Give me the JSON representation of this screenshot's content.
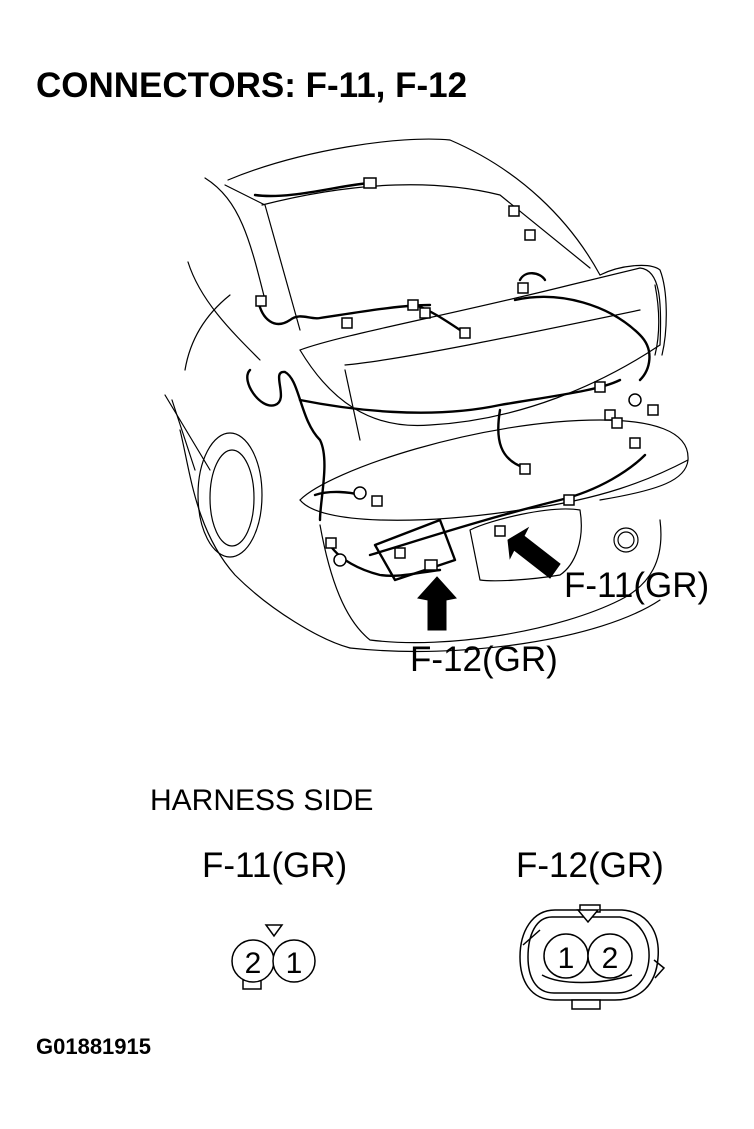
{
  "title": "CONNECTORS: F-11, F-12",
  "callouts": {
    "f11": "F-11(GR)",
    "f12": "F-12(GR)"
  },
  "harness_side": "HARNESS SIDE",
  "connectors": [
    {
      "name": "F-11(GR)",
      "pins": [
        "2",
        "1"
      ]
    },
    {
      "name": "F-12(GR)",
      "pins": [
        "1",
        "2"
      ]
    }
  ],
  "figure_id": "G01881915"
}
